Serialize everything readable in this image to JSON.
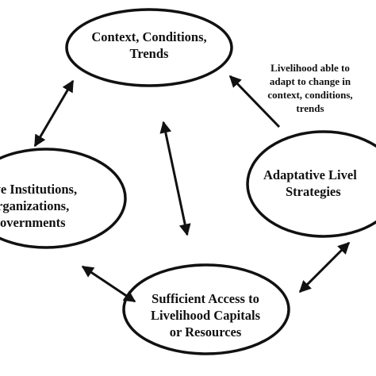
{
  "nodes": {
    "context": [
      "Context, Conditions,",
      "Trends"
    ],
    "institutions": [
      "ive Institutions,",
      "rganizations,",
      "overnments"
    ],
    "adaptive": [
      "Adaptative Livel",
      "Strategies"
    ],
    "access": [
      "Sufficient Access to",
      "Livelihood Capitals",
      "or Resources"
    ]
  },
  "annotation": [
    "Livelihood able to",
    "adapt to change in",
    "context, conditions,",
    "trends"
  ],
  "colors": {
    "stroke": "#111111",
    "fill": "#ffffff",
    "text": "#111111"
  }
}
